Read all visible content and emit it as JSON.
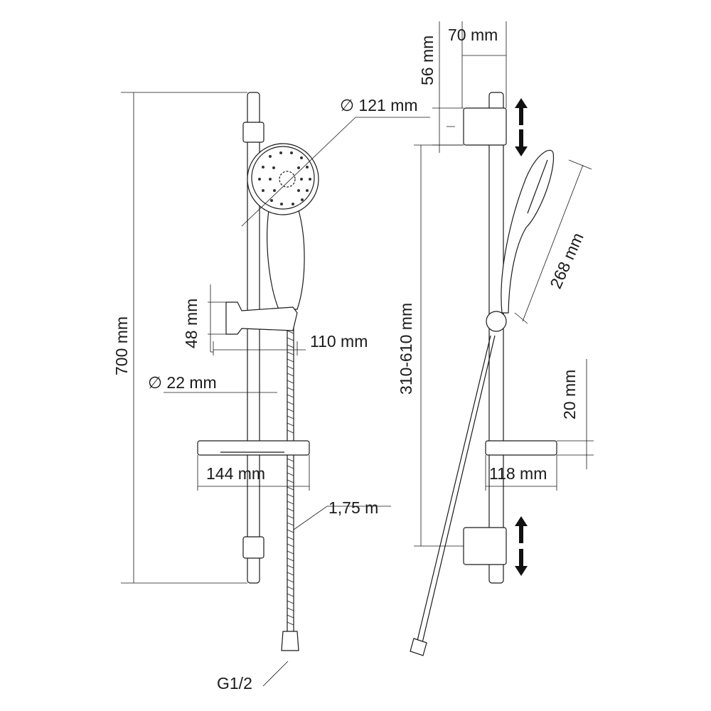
{
  "title": "Shower rail set dimension drawing",
  "dimensions": {
    "bracket_height": "56 mm",
    "bracket_depth": "70 mm",
    "head_diameter": "∅ 121 mm",
    "rail_length": "700 mm",
    "holder_height": "48 mm",
    "holder_projection": "110 mm",
    "rail_diameter": "∅ 22 mm",
    "bracket_spacing": "310-610 mm",
    "hand_shower_length": "268 mm",
    "soap_dish_height": "20 mm",
    "soap_dish_width": "144 mm",
    "soap_dish_depth": "118 mm",
    "hose_length": "1,75 m",
    "connection_thread": "G1/2"
  }
}
